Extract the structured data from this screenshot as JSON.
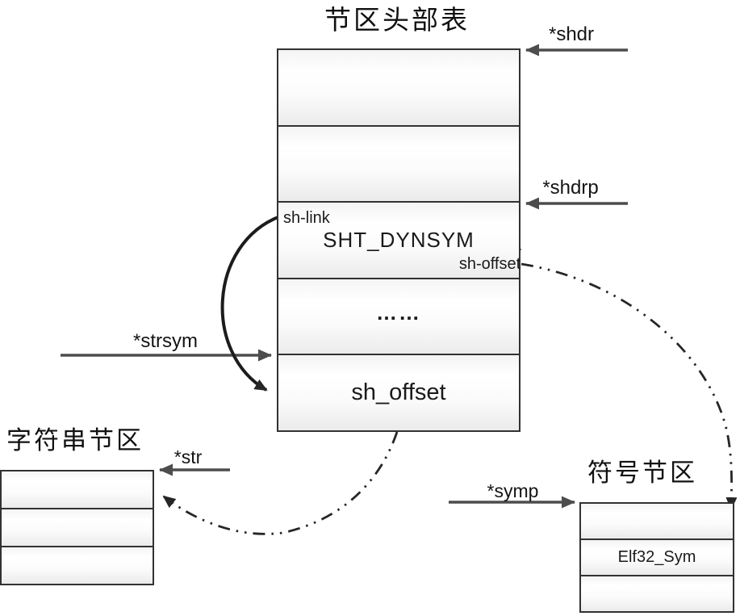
{
  "diagram": {
    "section_header_table": {
      "title": "节区头部表",
      "rows": [
        "",
        "",
        "SHT_DYNSYM",
        "……",
        "sh_offset"
      ],
      "callouts": {
        "sh_link": "sh-link",
        "sh_offset": "sh-offset"
      }
    },
    "string_section": {
      "title": "字符串节区",
      "rows": [
        "",
        "",
        ""
      ]
    },
    "symbol_section": {
      "title": "符号节区",
      "rows": [
        "",
        "Elf32_Sym",
        ""
      ]
    },
    "pointers": {
      "shdr": "*shdr",
      "shdrp": "*shdrp",
      "strsym": "*strsym",
      "str": "*str",
      "symp": "*symp"
    },
    "colors": {
      "arrow_gray": "#4d4d4d",
      "line_dark": "#262626",
      "table_border": "#323232",
      "cell_fill_top": "#ffffff",
      "cell_fill_bottom": "#ebebeb",
      "text": "#1a1a1a",
      "background": "#ffffff"
    }
  }
}
